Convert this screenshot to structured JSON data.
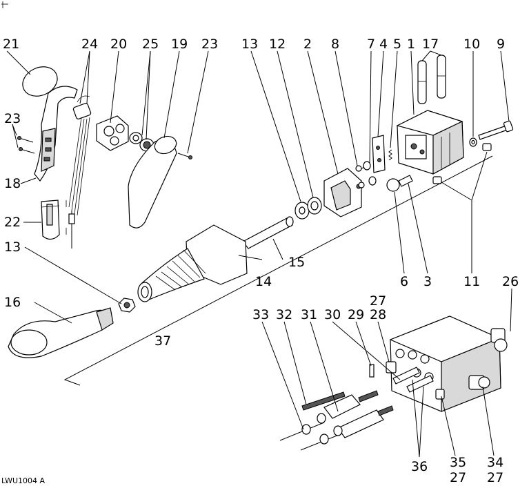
{
  "drawing_code": "LWU1004 A",
  "callouts": [
    {
      "id": "c21",
      "text": "21"
    },
    {
      "id": "c24",
      "text": "24"
    },
    {
      "id": "c20",
      "text": "20"
    },
    {
      "id": "c25",
      "text": "25"
    },
    {
      "id": "c19",
      "text": "19"
    },
    {
      "id": "c23a",
      "text": "23"
    },
    {
      "id": "c13a",
      "text": "13"
    },
    {
      "id": "c12",
      "text": "12"
    },
    {
      "id": "c2",
      "text": "2"
    },
    {
      "id": "c8",
      "text": "8"
    },
    {
      "id": "c7",
      "text": "7"
    },
    {
      "id": "c4",
      "text": "4"
    },
    {
      "id": "c5",
      "text": "5"
    },
    {
      "id": "c1",
      "text": "1"
    },
    {
      "id": "c17",
      "text": "17"
    },
    {
      "id": "c10",
      "text": "10"
    },
    {
      "id": "c9",
      "text": "9"
    },
    {
      "id": "c23b",
      "text": "23"
    },
    {
      "id": "c18",
      "text": "18"
    },
    {
      "id": "c22",
      "text": "22"
    },
    {
      "id": "c13b",
      "text": "13"
    },
    {
      "id": "c16",
      "text": "16"
    },
    {
      "id": "c15",
      "text": "15"
    },
    {
      "id": "c14",
      "text": "14"
    },
    {
      "id": "c6",
      "text": "6"
    },
    {
      "id": "c3",
      "text": "3"
    },
    {
      "id": "c11",
      "text": "11"
    },
    {
      "id": "c26",
      "text": "26"
    },
    {
      "id": "c27a",
      "text": "27"
    },
    {
      "id": "c28",
      "text": "28"
    },
    {
      "id": "c29",
      "text": "29"
    },
    {
      "id": "c30",
      "text": "30"
    },
    {
      "id": "c31",
      "text": "31"
    },
    {
      "id": "c32",
      "text": "32"
    },
    {
      "id": "c33",
      "text": "33"
    },
    {
      "id": "c37",
      "text": "37"
    },
    {
      "id": "c36",
      "text": "36"
    },
    {
      "id": "c35",
      "text": "35"
    },
    {
      "id": "c27b",
      "text": "27"
    },
    {
      "id": "c34",
      "text": "34"
    },
    {
      "id": "c27c",
      "text": "27"
    }
  ]
}
